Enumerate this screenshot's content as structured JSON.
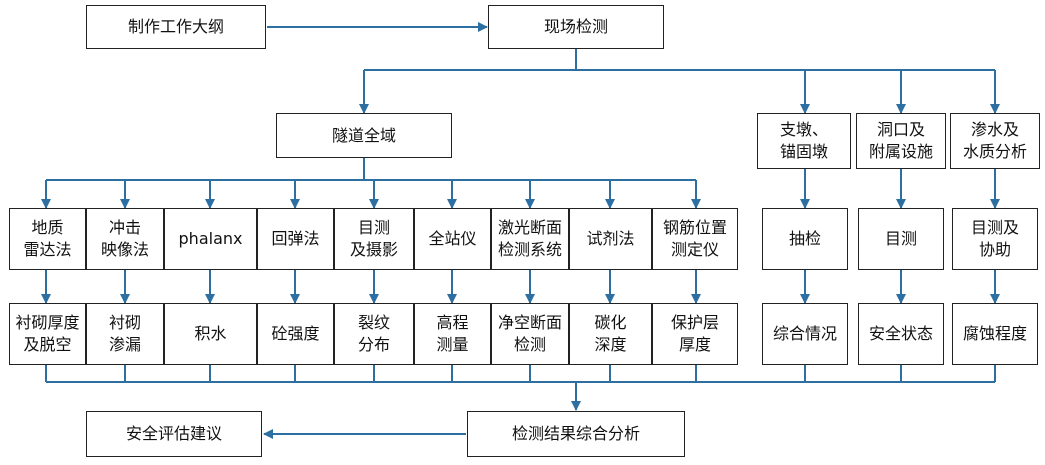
{
  "colors": {
    "connector": "#2e6fa1",
    "box_border": "#222222",
    "text": "#111111"
  },
  "top": {
    "outline": "制作工作大纲",
    "field_detection": "现场检测"
  },
  "tunnel": {
    "title": "隧道全域",
    "methods": [
      "地质\n雷达法",
      "冲击\n映像法",
      "phalanx",
      "回弹法",
      "目测\n及摄影",
      "全站仪",
      "激光断面\n检测系统",
      "试剂法",
      "钢筋位置\n测定仪"
    ],
    "results": [
      "衬砌厚度\n及脱空",
      "衬砌\n渗漏",
      "积水",
      "砼强度",
      "裂纹\n分布",
      "高程\n测量",
      "净空断面\n检测",
      "碳化\n深度",
      "保护层\n厚度"
    ]
  },
  "branches": [
    {
      "title": "支墩、\n锚固墩",
      "method": "抽检",
      "result": "综合情况"
    },
    {
      "title": "洞口及\n附属设施",
      "method": "目测",
      "result": "安全状态"
    },
    {
      "title": "渗水及\n水质分析",
      "method": "目测及\n协助",
      "result": "腐蚀程度"
    }
  ],
  "bottom": {
    "analysis": "检测结果综合分析",
    "suggestion": "安全评估建议"
  }
}
